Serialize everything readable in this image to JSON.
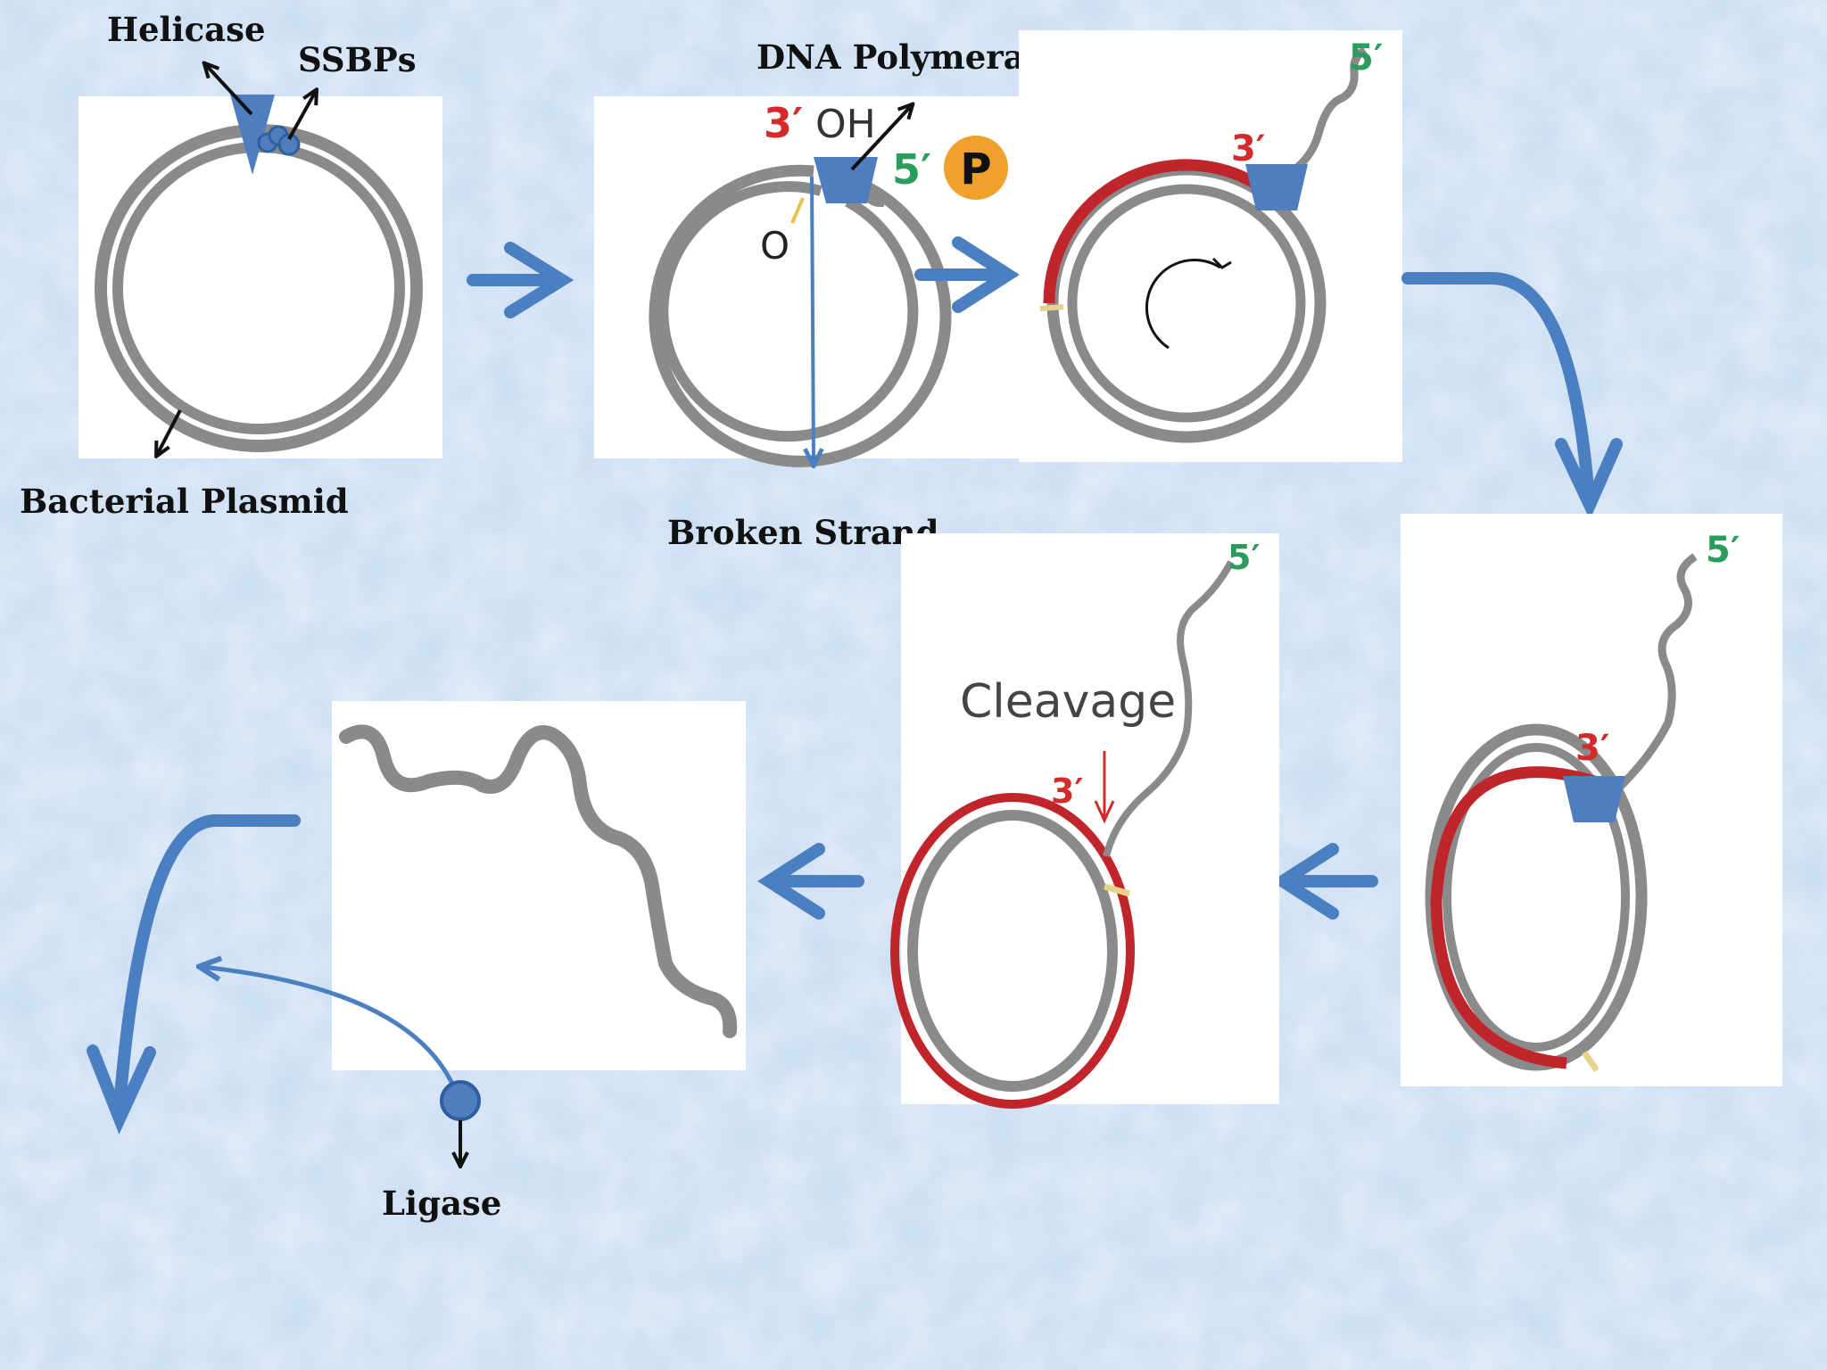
{
  "labels": {
    "helicase": "Helicase",
    "ssbps": "SSBPs",
    "dna_polymerase": "DNA Polymera",
    "bacterial_plasmid": "Bacterial Plasmid",
    "broken_strand": "Broken Strand",
    "ligase": "Ligase"
  },
  "strand_labels": {
    "three_oh": "3′ OH",
    "five": "5′",
    "phosphate": "P",
    "origin": "O",
    "three": "3′",
    "cleavage": "Cleavage"
  },
  "colors": {
    "background": "#cfe0f3",
    "arrow_blue": "#4a7fc1",
    "enzyme_blue": "#4f7ec0",
    "dna_gray": "#8a8a8a",
    "new_strand_red": "#c0252b",
    "five_prime_green": "#2a9d5c",
    "three_prime_red": "#d42a2a",
    "phosphate_orange": "#f0a12c"
  }
}
